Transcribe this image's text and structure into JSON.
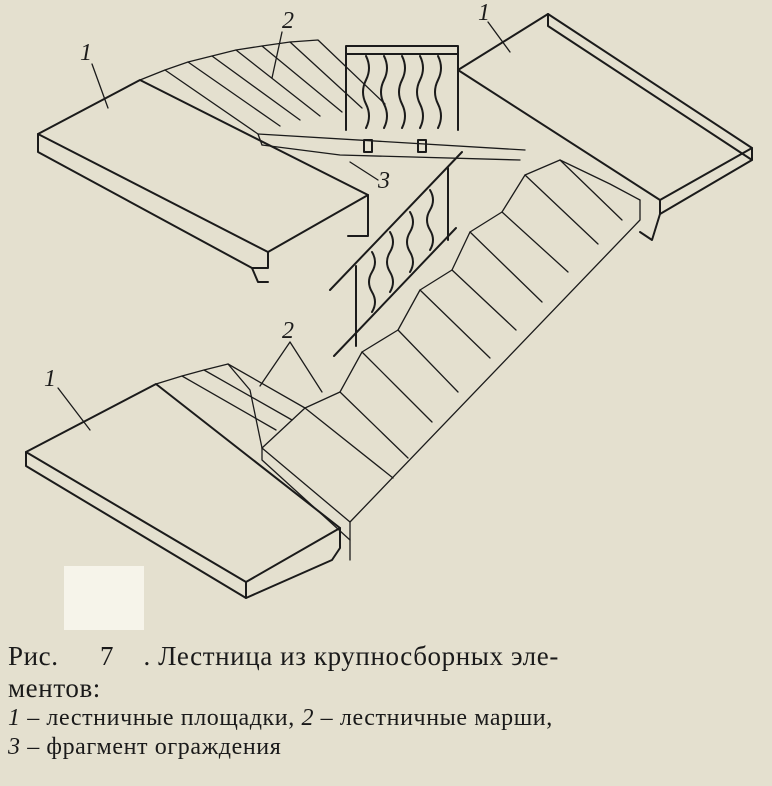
{
  "callouts": {
    "c1_upper_left": "1",
    "c2_top": "2",
    "c1_upper_right": "1",
    "c3_railing": "3",
    "c2_lower": "2",
    "c1_lower_left": "1"
  },
  "caption": {
    "prefix": "Рис.",
    "fig_number": "7",
    "title_part1": ". Лестница из крупносборных эле-",
    "title_part2": "ментов:",
    "legend_1_num": "1",
    "legend_1_text": "– лестничные площадки,",
    "legend_2_num": "2",
    "legend_2_text": "– лестничные марши,",
    "legend_3_num": "3",
    "legend_3_text": "– фрагмент ограждения"
  }
}
